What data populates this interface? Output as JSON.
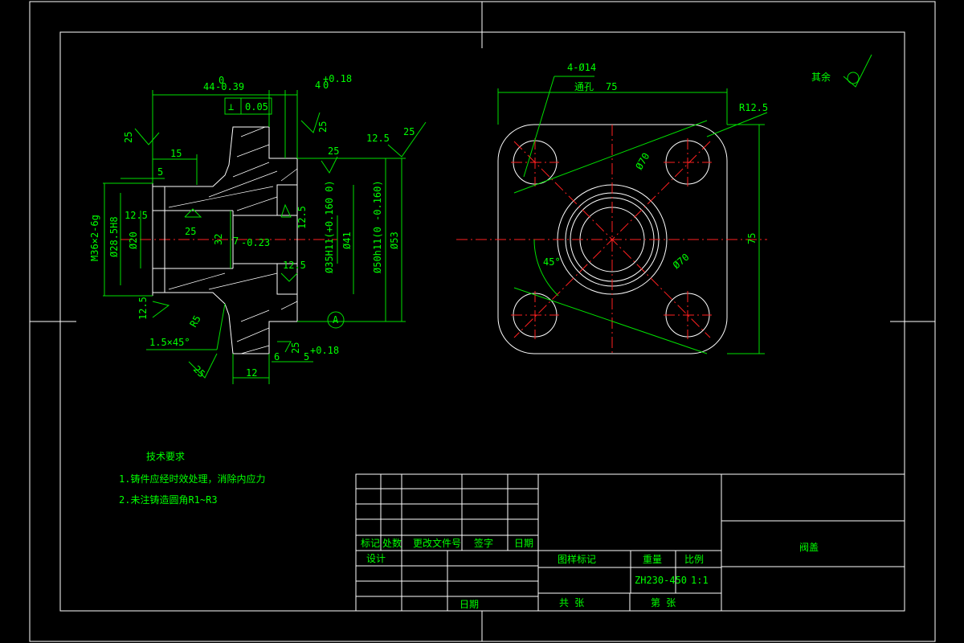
{
  "part_view": {
    "dims": {
      "overall_length": "44",
      "overall_tol_upper": "0",
      "overall_tol_lower": "-0.39",
      "step_len": "4",
      "step_tol_upper": "+0.18",
      "step_tol_lower": "0",
      "perpendicularity_symbol": "⊥",
      "perpendicularity_value": "0.05",
      "len_15": "15",
      "len_5": "5",
      "thread": "M36×2-6g",
      "dia_28_5": "Ø28.5H8",
      "dia_20": "Ø20",
      "bore_len_32": "32",
      "groove": "7",
      "groove_tol": "-0.23",
      "dia_35": "Ø35H11(+0.160 0)",
      "dia_41": "Ø41",
      "dia_50": "Ø50h11(0 -0.160)",
      "dia_53": "Ø53",
      "len_12": "12",
      "len_6": "6",
      "len_5b": "5",
      "len_5b_tol": "+0.18",
      "radius_r5": "R5",
      "chamfer": "1.5×45°",
      "datum": "A"
    },
    "roughness": [
      "25",
      "25",
      "25",
      "12.5",
      "25",
      "25",
      "12.5",
      "12.5",
      "12.5",
      "12.5",
      "25",
      "25"
    ]
  },
  "plan_view": {
    "holes": "4-Ø14",
    "through": "通孔",
    "width": "75",
    "height": "75",
    "corner_radius": "R12.5",
    "pcd_1": "Ø70",
    "pcd_2": "Ø70",
    "angle": "45°"
  },
  "remaining_roughness": "其余",
  "tech_requirements": {
    "title": "技术要求",
    "items": [
      "1.铸件应经时效处理，消除内应力",
      "2.未注铸造圆角R1~R3"
    ]
  },
  "title_block": {
    "part_name": "阀盖",
    "headers": [
      "标记",
      "处数",
      "更改文件号",
      "签字",
      "日期"
    ],
    "design": "设计",
    "date": "日期",
    "stage_label": "图样标记",
    "weight_label": "重量",
    "scale_label": "比例",
    "material": "ZH230-450",
    "scale": "1:1",
    "sheets_total": "共    张",
    "sheet_no": "第    张"
  }
}
